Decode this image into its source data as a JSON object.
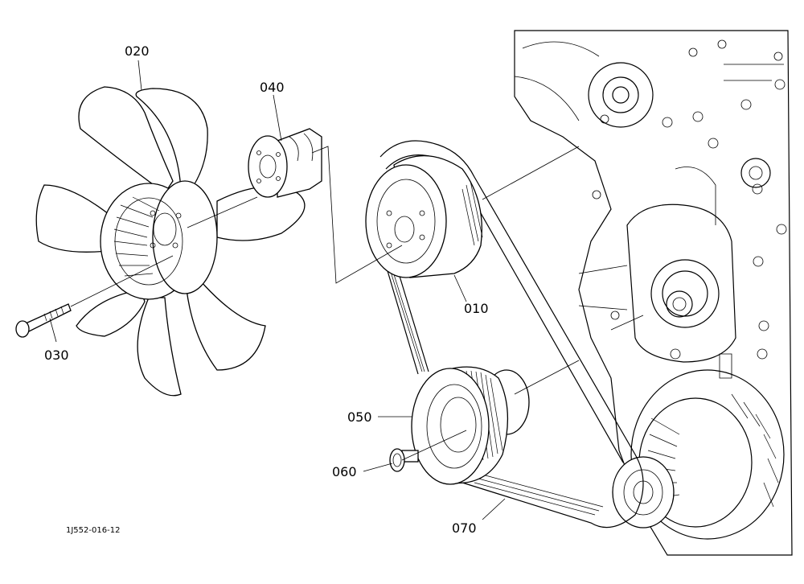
{
  "diagram": {
    "callouts": [
      {
        "id": "fan",
        "label": "020"
      },
      {
        "id": "fan-spacer",
        "label": "040"
      },
      {
        "id": "fan-pulley",
        "label": "010"
      },
      {
        "id": "fan-bolt",
        "label": "030"
      },
      {
        "id": "alternator-pulley",
        "label": "050"
      },
      {
        "id": "pulley-nut",
        "label": "060"
      },
      {
        "id": "fan-belt",
        "label": "070"
      }
    ],
    "drawing_code": "1J552-016-12"
  }
}
